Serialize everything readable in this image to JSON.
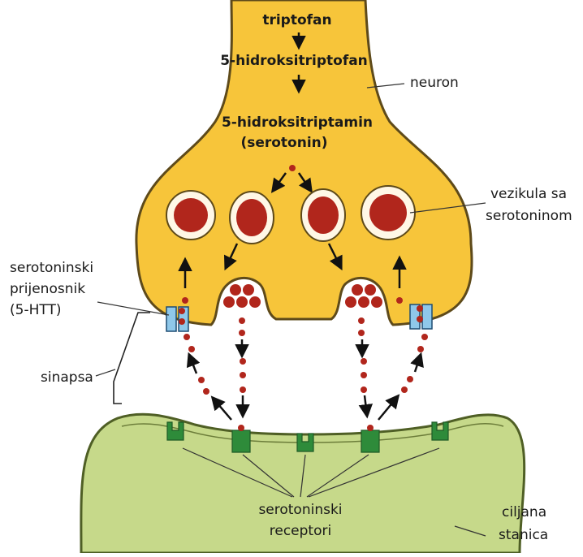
{
  "pathway": {
    "step1": "triptofan",
    "step2": "5-hidroksitriptofan",
    "step3_line1": "5-hidroksitriptamin",
    "step3_line2": "(serotonin)"
  },
  "labels": {
    "neuron": "neuron",
    "vesicle_line1": "vezikula sa",
    "vesicle_line2": "serotoninom",
    "transporter_line1": "serotoninski",
    "transporter_line2": "prijenosnik",
    "transporter_line3": "(5-HTT)",
    "synapse": "sinapsa",
    "receptors_line1": "serotoninski",
    "receptors_line2": "receptori",
    "target_line1": "ciljana",
    "target_line2": "stanica"
  },
  "colors": {
    "neuron_fill": "#f7c53a",
    "neuron_outline": "#5e4a1a",
    "target_fill": "#c6d98a",
    "target_outline": "#4f5f25",
    "serotonin": "#b1261c",
    "receptor": "#2e8b3a",
    "transporter": "#8fc8ea"
  }
}
